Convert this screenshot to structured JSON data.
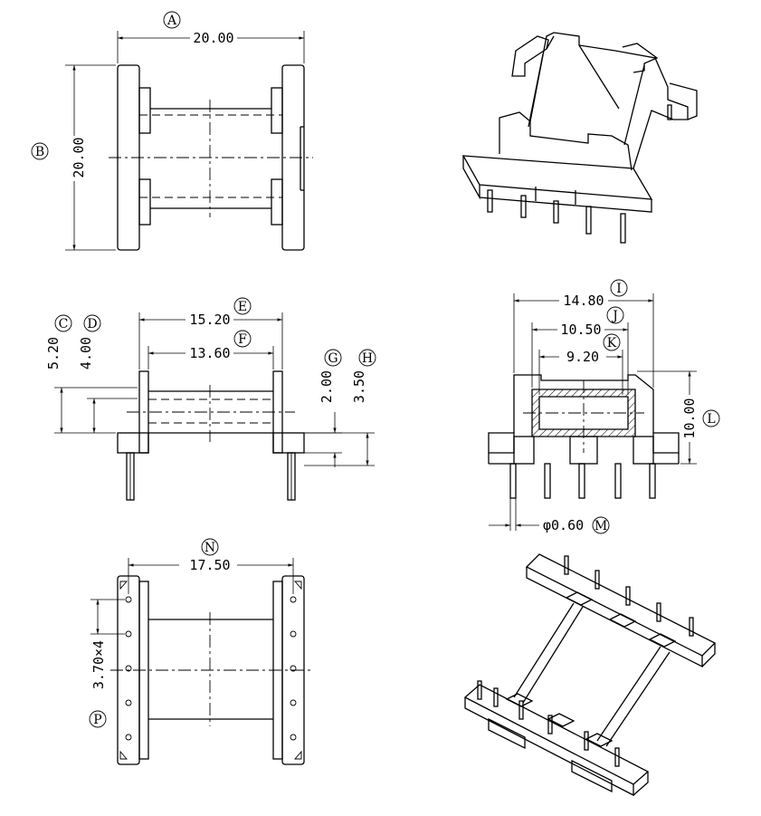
{
  "dimensions": {
    "A": "20.00",
    "B": "20.00",
    "C": "5.20",
    "D": "4.00",
    "E": "15.20",
    "F": "13.60",
    "G": "2.00",
    "H": "3.50",
    "I": "14.80",
    "J": "10.50",
    "K": "9.20",
    "L": "10.00",
    "M": "φ0.60",
    "N": "17.50",
    "P": "3.70×4"
  },
  "markers": {
    "A": "A",
    "B": "B",
    "C": "C",
    "D": "D",
    "E": "E",
    "F": "F",
    "G": "G",
    "H": "H",
    "I": "I",
    "J": "J",
    "K": "K",
    "L": "L",
    "M": "M",
    "N": "N",
    "P": "P"
  }
}
